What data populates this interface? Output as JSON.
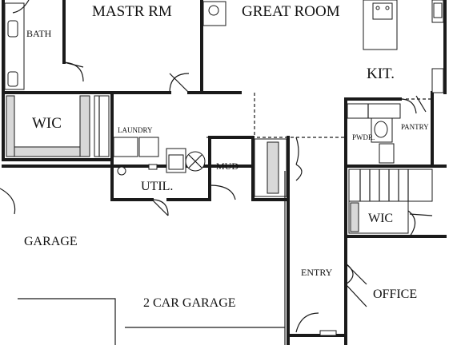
{
  "rooms": {
    "master_room": "MASTR RM",
    "great_room": "GREAT ROOM",
    "bath": "BATH",
    "kitchen": "KIT.",
    "wic_left": "WIC",
    "laundry": "LAUNDRY",
    "pantry": "PANTRY",
    "powder": "PWDR.",
    "mud": "MUD",
    "utility": "UTIL.",
    "wic_right": "WIC",
    "garage": "GARAGE",
    "entry": "ENTRY",
    "two_car_garage": "2 CAR GARAGE",
    "office": "OFFICE"
  }
}
